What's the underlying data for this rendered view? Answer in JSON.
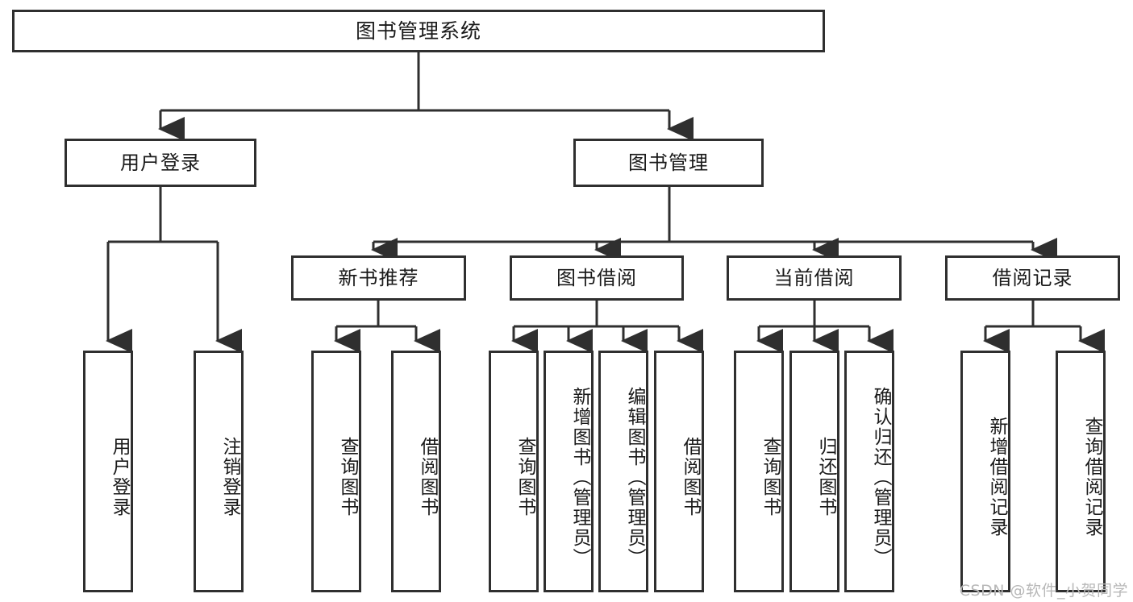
{
  "diagram": {
    "title": "图书管理系统",
    "watermark": "CSDN @软件_小贺同学",
    "colors": {
      "background": "#ffffff",
      "stroke": "#2f2f2f",
      "text": "#1a1a1a",
      "watermark": "#b8b8b8"
    },
    "root": {
      "label": "图书管理系统"
    },
    "level2": [
      {
        "label": "用户登录"
      },
      {
        "label": "图书管理"
      }
    ],
    "level3": [
      {
        "label": "新书推荐"
      },
      {
        "label": "图书借阅"
      },
      {
        "label": "当前借阅"
      },
      {
        "label": "借阅记录"
      }
    ],
    "leaves": {
      "user_login": [
        {
          "label": "用户登录"
        },
        {
          "label": "注销登录"
        }
      ],
      "new_book_recommend": [
        {
          "label": "查询图书"
        },
        {
          "label": "借阅图书"
        }
      ],
      "book_borrow": [
        {
          "label": "查询图书"
        },
        {
          "label": "新增图书（管理员）"
        },
        {
          "label": "编辑图书（管理员）"
        },
        {
          "label": "借阅图书"
        }
      ],
      "current_borrow": [
        {
          "label": "查询图书"
        },
        {
          "label": "归还图书"
        },
        {
          "label": "确认归还（管理员）"
        }
      ],
      "borrow_record": [
        {
          "label": "新增借阅记录"
        },
        {
          "label": "查询借阅记录"
        }
      ]
    }
  }
}
